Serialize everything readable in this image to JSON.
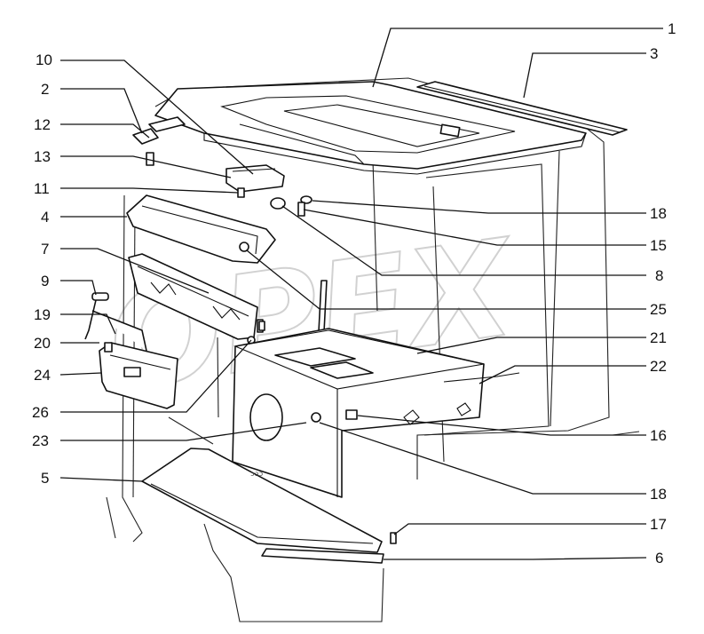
{
  "corner_text": "",
  "watermark_text": "OPEX",
  "callouts": [
    {
      "label": "1"
    },
    {
      "label": "3"
    },
    {
      "label": "10"
    },
    {
      "label": "2"
    },
    {
      "label": "12"
    },
    {
      "label": "13"
    },
    {
      "label": "11"
    },
    {
      "label": "4"
    },
    {
      "label": "7"
    },
    {
      "label": "9"
    },
    {
      "label": "19"
    },
    {
      "label": "20"
    },
    {
      "label": "24"
    },
    {
      "label": "26"
    },
    {
      "label": "23"
    },
    {
      "label": "5"
    },
    {
      "label": "18"
    },
    {
      "label": "15"
    },
    {
      "label": "8"
    },
    {
      "label": "25"
    },
    {
      "label": "21"
    },
    {
      "label": "22"
    },
    {
      "label": "16"
    },
    {
      "label": "18"
    },
    {
      "label": "17"
    },
    {
      "label": "6"
    }
  ]
}
